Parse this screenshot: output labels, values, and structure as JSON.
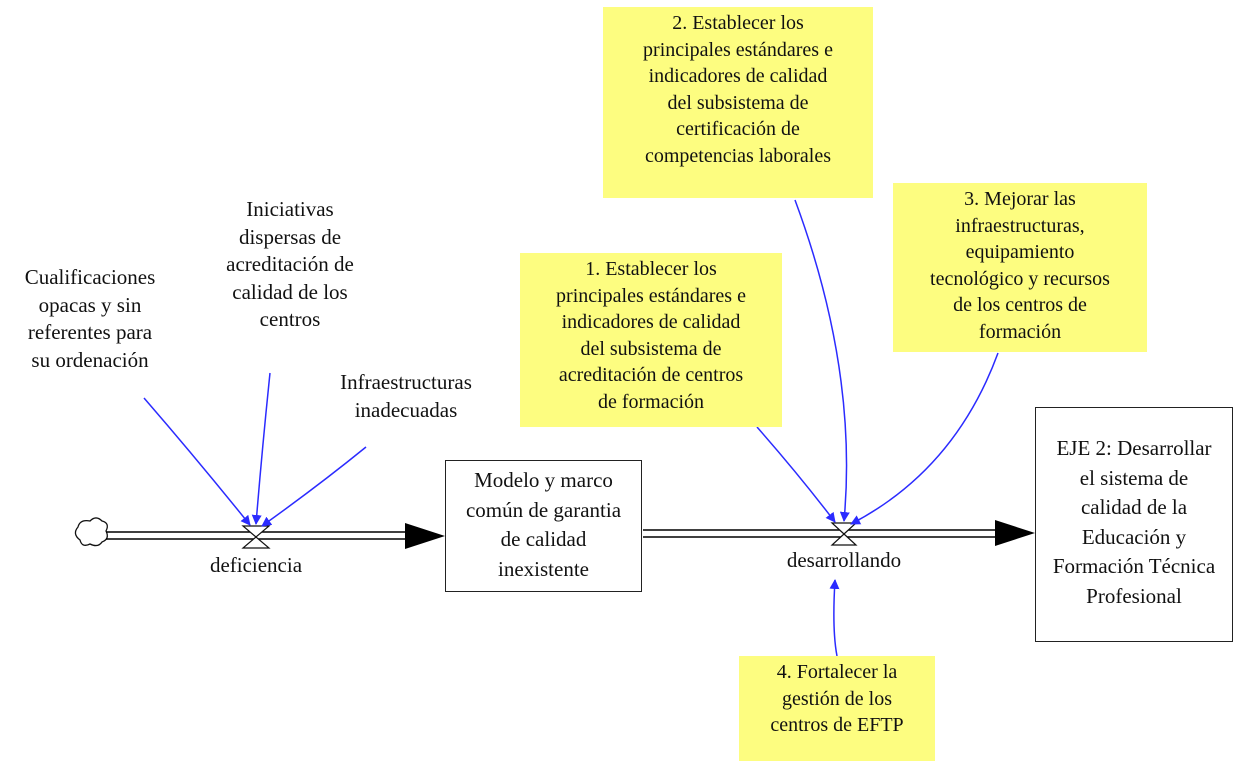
{
  "stocks": {
    "modelo": "Modelo y marco\ncomún de garantia\nde calidad\ninexistente",
    "eje2": "EJE 2: Desarrollar\nel sistema de\ncalidad de la\nEducación y\nFormación Técnica\nProfesional"
  },
  "flows": {
    "deficiencia": "deficiencia",
    "desarrollando": "desarrollando"
  },
  "causes": {
    "cualificaciones": "Cualificaciones\nopacas y sin\nreferentes para\nsu ordenación",
    "iniciativas": "Iniciativas\ndispersas de\nacreditación de\ncalidad de los\ncentros",
    "infraestructuras": "Infraestructuras\ninadecuadas"
  },
  "actions": {
    "a1": "1. Establecer los\nprincipales estándares e\nindicadores de calidad\ndel subsistema de\nacreditación de centros\nde formación",
    "a2": "2. Establecer los\nprincipales estándares e\nindicadores de calidad\ndel subsistema de\ncertificación de\ncompetencias laborales",
    "a3": "3. Mejorar las\ninfraestructuras,\nequipamiento\ntecnológico y recursos\nde los centros de\nformación",
    "a4": "4. Fortalecer la\ngestión de los\ncentros de EFTP"
  },
  "colors": {
    "action_fill": "#fdfd80",
    "link_arrow": "#2b2bff",
    "flow_line": "#000000"
  }
}
